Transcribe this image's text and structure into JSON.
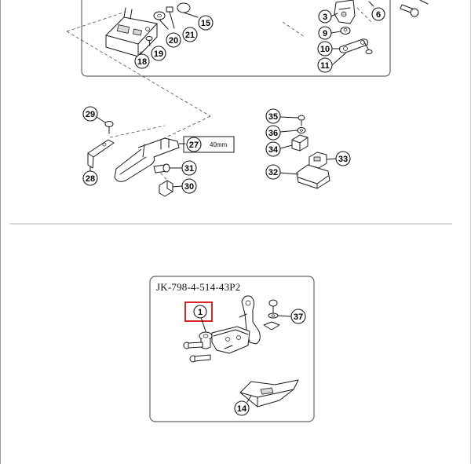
{
  "colors": {
    "line": "#1a1a1a",
    "frame": "#666666",
    "highlight": "#d62626",
    "separator": "#b5b5b5",
    "callout_fill": "#ffffff"
  },
  "upper_panel": {
    "callouts": [
      {
        "id": "c3",
        "label": "3"
      },
      {
        "id": "c6",
        "label": "6"
      },
      {
        "id": "c9",
        "label": "9"
      },
      {
        "id": "c10",
        "label": "10"
      },
      {
        "id": "c11",
        "label": "11"
      },
      {
        "id": "c15",
        "label": "15"
      },
      {
        "id": "c18",
        "label": "18"
      },
      {
        "id": "c19",
        "label": "19"
      },
      {
        "id": "c20",
        "label": "20"
      },
      {
        "id": "c21",
        "label": "21"
      }
    ]
  },
  "middle": {
    "callouts": [
      {
        "id": "c29",
        "label": "29"
      },
      {
        "id": "c28",
        "label": "28"
      },
      {
        "id": "c27",
        "label": "27"
      },
      {
        "id": "c31",
        "label": "31"
      },
      {
        "id": "c30",
        "label": "30"
      },
      {
        "id": "c35",
        "label": "35"
      },
      {
        "id": "c36",
        "label": "36"
      },
      {
        "id": "c34",
        "label": "34"
      },
      {
        "id": "c33",
        "label": "33"
      },
      {
        "id": "c32",
        "label": "32"
      }
    ],
    "size_label": "40mm"
  },
  "lower_panel": {
    "title": "JK-798-4-514-43P2",
    "callouts": [
      {
        "id": "c1",
        "label": "1"
      },
      {
        "id": "c37",
        "label": "37"
      },
      {
        "id": "c14",
        "label": "14"
      }
    ]
  }
}
